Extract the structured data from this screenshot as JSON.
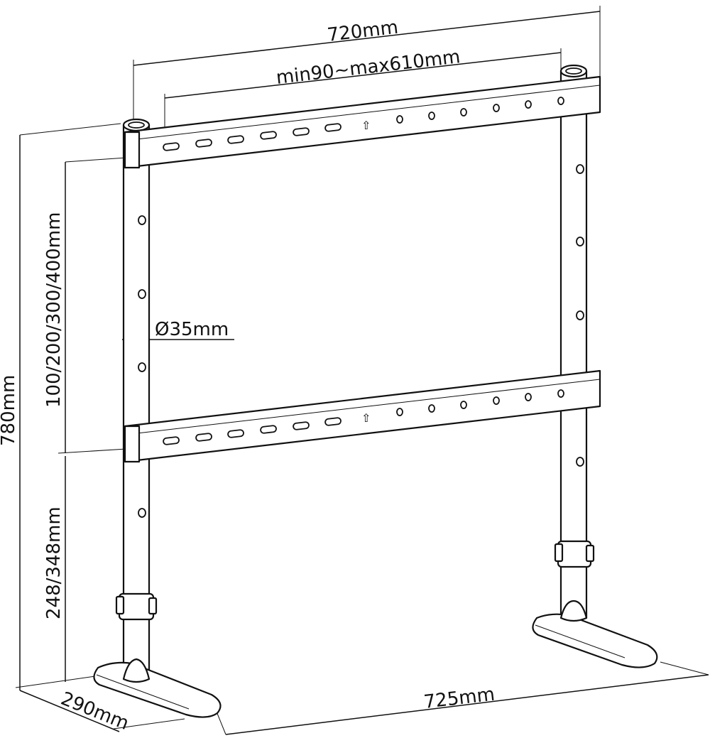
{
  "dimensions": {
    "top_width": "720mm",
    "vesa_horizontal": "min90~max610mm",
    "vesa_vertical": "100/200/300/400mm",
    "pole_diameter": "Ø35mm",
    "total_height": "780mm",
    "bottom_height": "248/348mm",
    "base_depth": "290mm",
    "base_width": "725mm"
  },
  "colors": {
    "line": "#111111",
    "background": "#ffffff"
  }
}
